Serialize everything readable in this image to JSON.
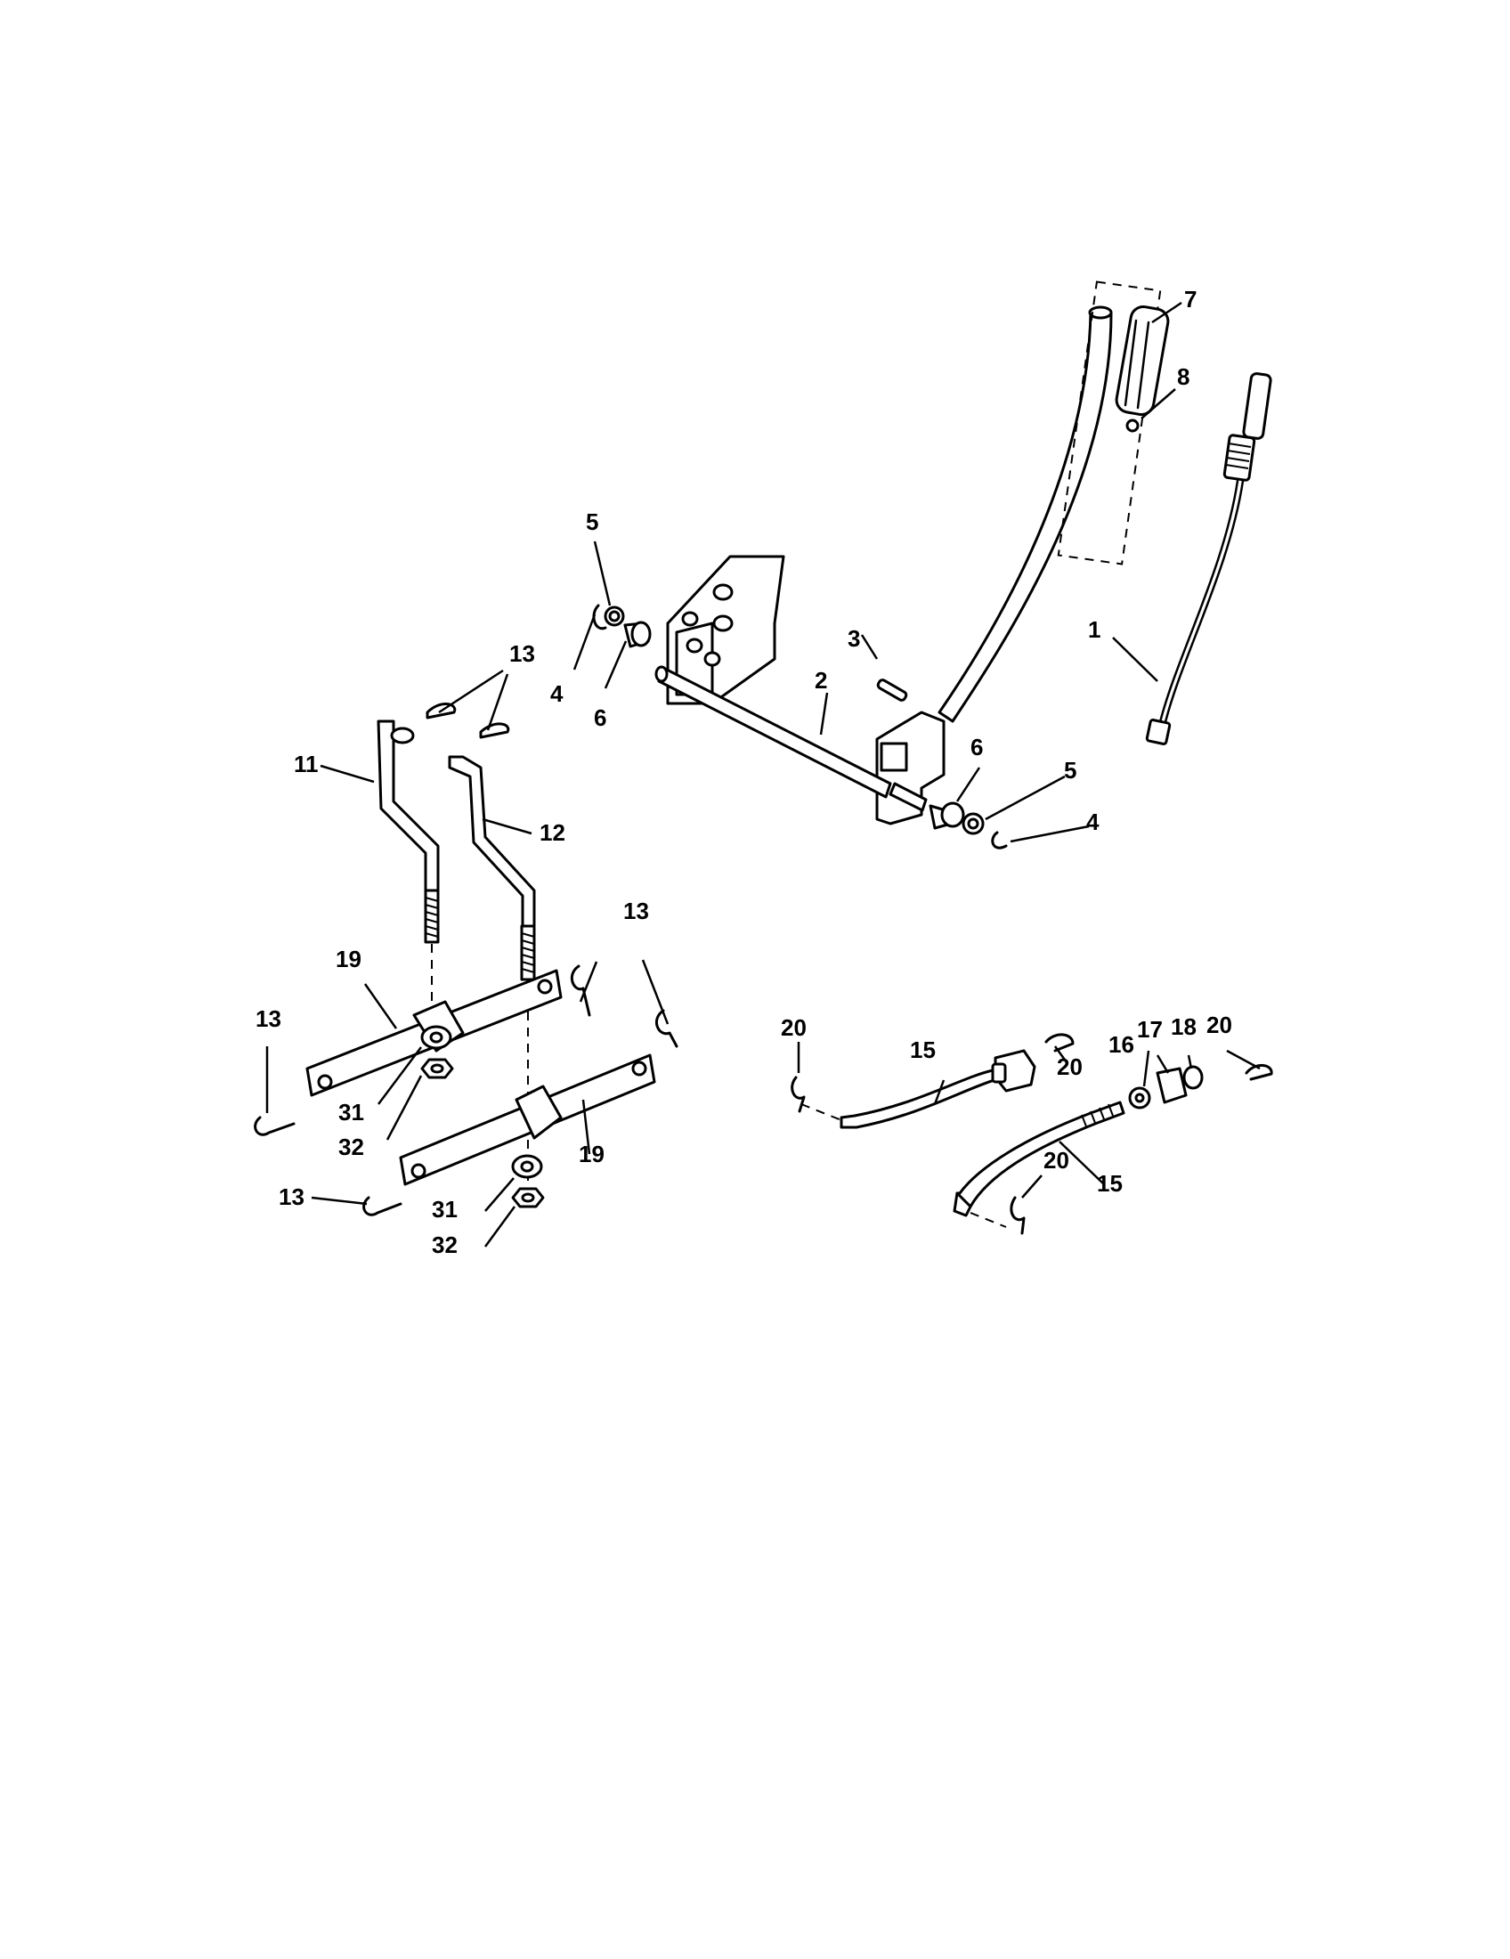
{
  "callouts": {
    "c1": "1",
    "c2": "2",
    "c3": "3",
    "c4a": "4",
    "c4b": "4",
    "c5a": "5",
    "c5b": "5",
    "c6a": "6",
    "c6b": "6",
    "c7": "7",
    "c8": "8",
    "c11": "11",
    "c12": "12",
    "c13a": "13",
    "c13b": "13",
    "c13c": "13",
    "c13d": "13",
    "c15a": "15",
    "c15b": "15",
    "c16": "16",
    "c17": "17",
    "c18": "18",
    "c19a": "19",
    "c19b": "19",
    "c20a": "20",
    "c20b": "20",
    "c20c": "20",
    "c20d": "20",
    "c31a": "31",
    "c31b": "31",
    "c32a": "32",
    "c32b": "32"
  },
  "line_color": "#000000",
  "background": "#ffffff"
}
